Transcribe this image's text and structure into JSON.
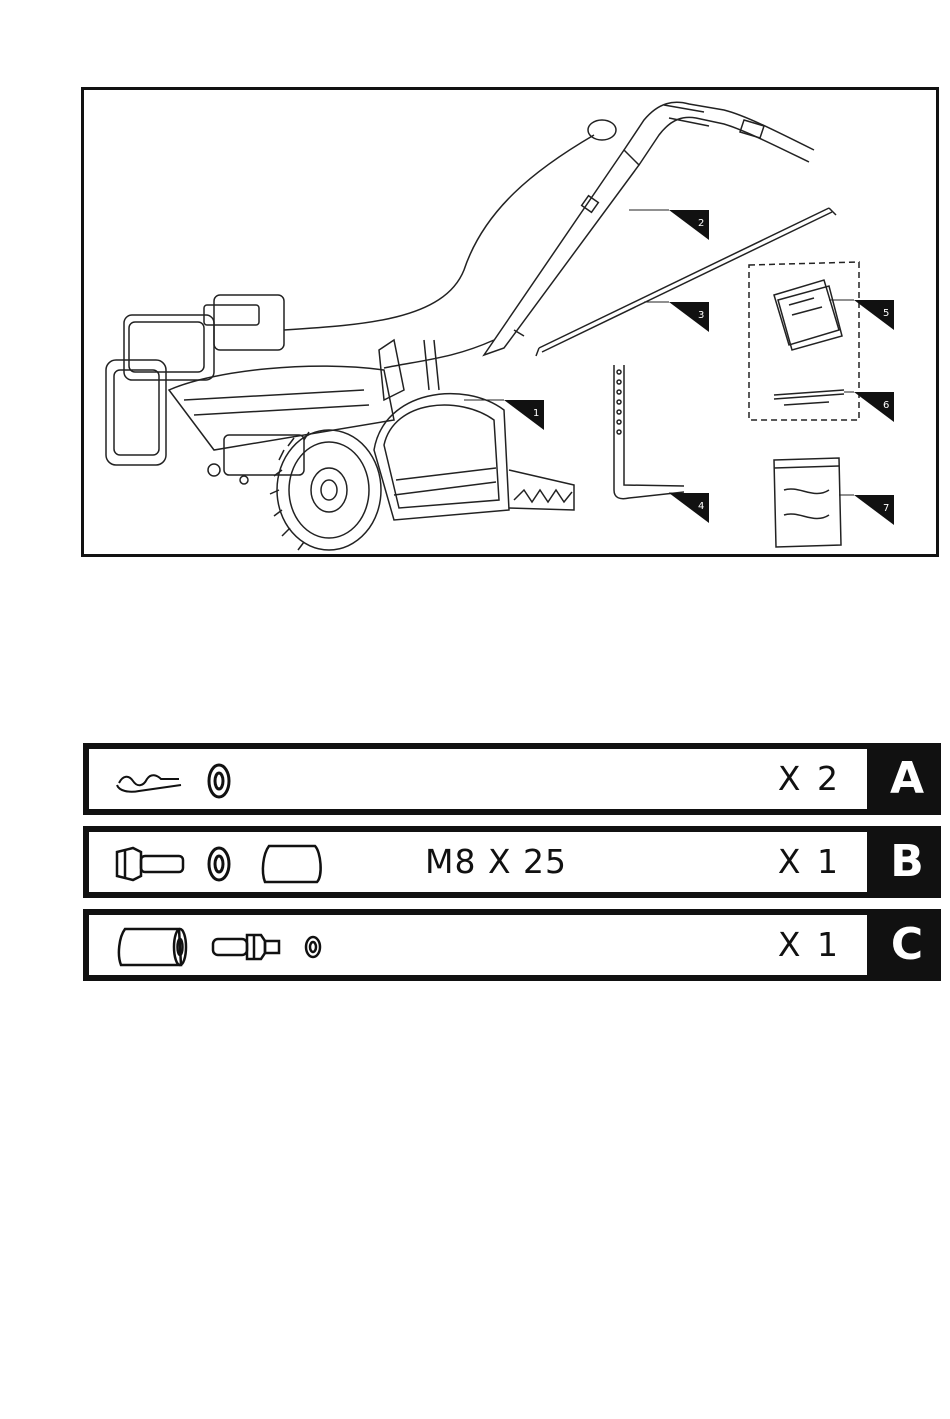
{
  "figure": {
    "callouts": [
      "1",
      "2",
      "3",
      "4",
      "5",
      "6",
      "7"
    ]
  },
  "hardware": [
    {
      "letter": "A",
      "spec": "",
      "qty": "X 2"
    },
    {
      "letter": "B",
      "spec": "M8 X 25",
      "qty": "X 1"
    },
    {
      "letter": "C",
      "spec": "",
      "qty": "X 1"
    }
  ],
  "colors": {
    "ink": "#111111",
    "paper": "#ffffff"
  }
}
